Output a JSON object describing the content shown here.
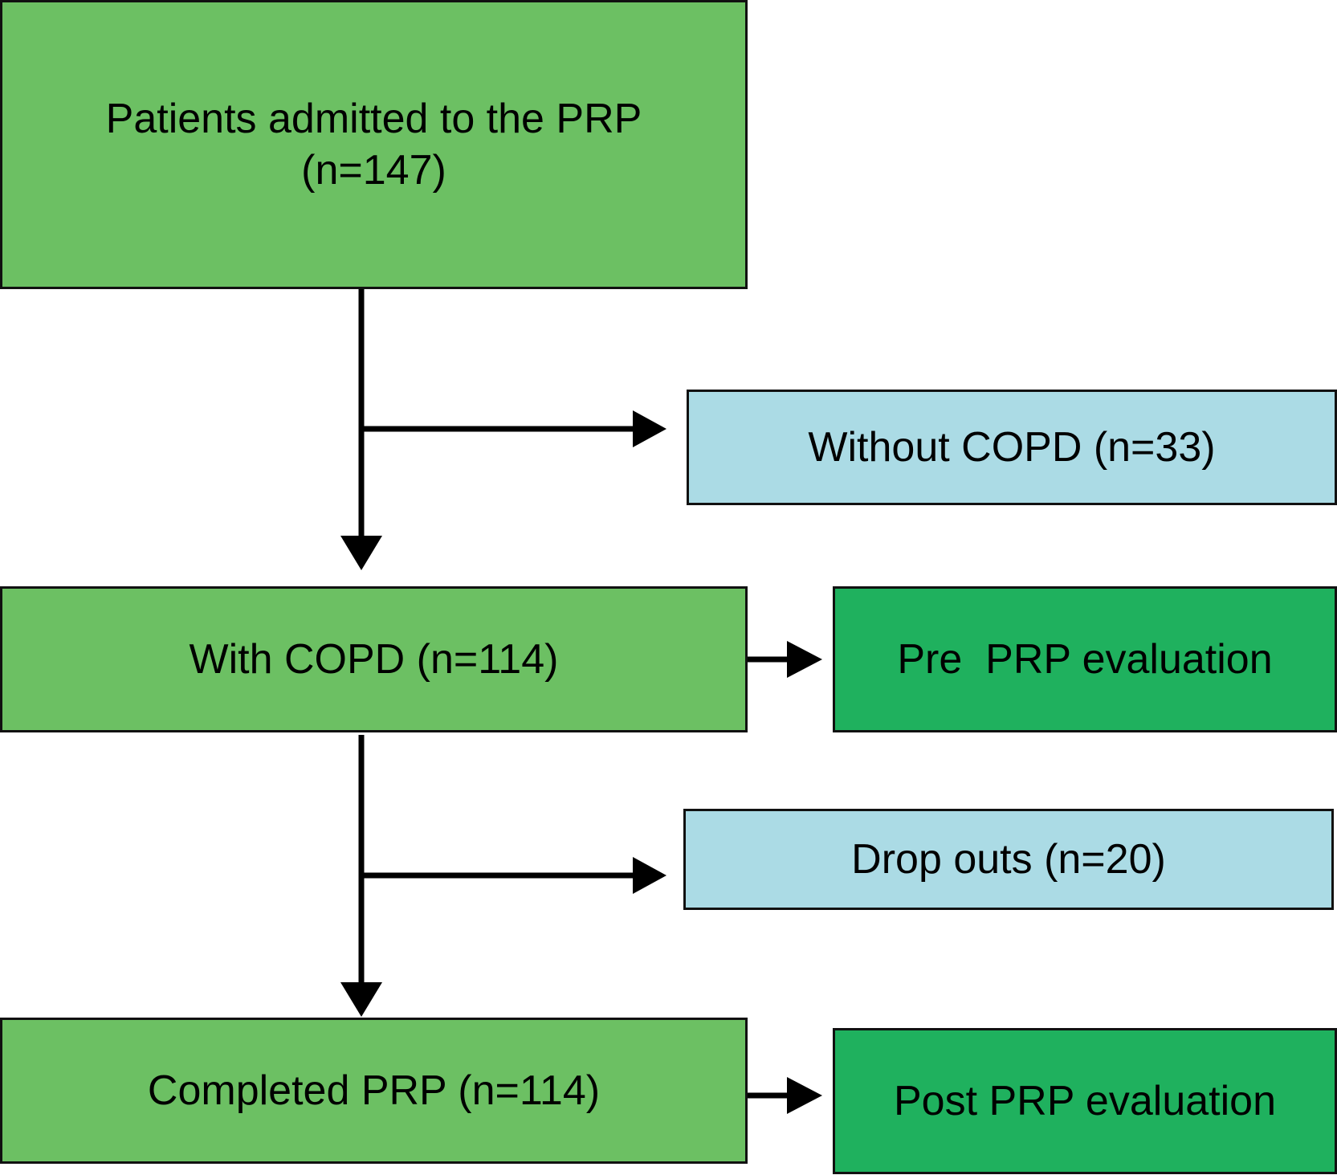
{
  "colors": {
    "main_green": "#6cc063",
    "dark_green": "#1fb15e",
    "light_blue": "#abdbe5",
    "border": "#111111",
    "arrow": "#000000"
  },
  "nodes": {
    "admitted": {
      "line1": "Patients admitted to the PRP",
      "line2": "(n=147)"
    },
    "without_copd": {
      "label": "Without COPD (n=33)"
    },
    "with_copd": {
      "label": "With COPD (n=114)"
    },
    "pre_evaluation": {
      "label": "Pre  PRP evaluation"
    },
    "drop_outs": {
      "label": "Drop outs (n=20)"
    },
    "completed": {
      "label": "Completed PRP (n=114)"
    },
    "post_evaluation": {
      "label": "Post PRP evaluation"
    }
  },
  "edges": [
    {
      "from": "admitted",
      "to": "with_copd"
    },
    {
      "from": "admitted",
      "to": "without_copd"
    },
    {
      "from": "with_copd",
      "to": "pre_evaluation"
    },
    {
      "from": "with_copd",
      "to": "completed"
    },
    {
      "from": "with_copd",
      "to": "drop_outs"
    },
    {
      "from": "completed",
      "to": "post_evaluation"
    }
  ]
}
